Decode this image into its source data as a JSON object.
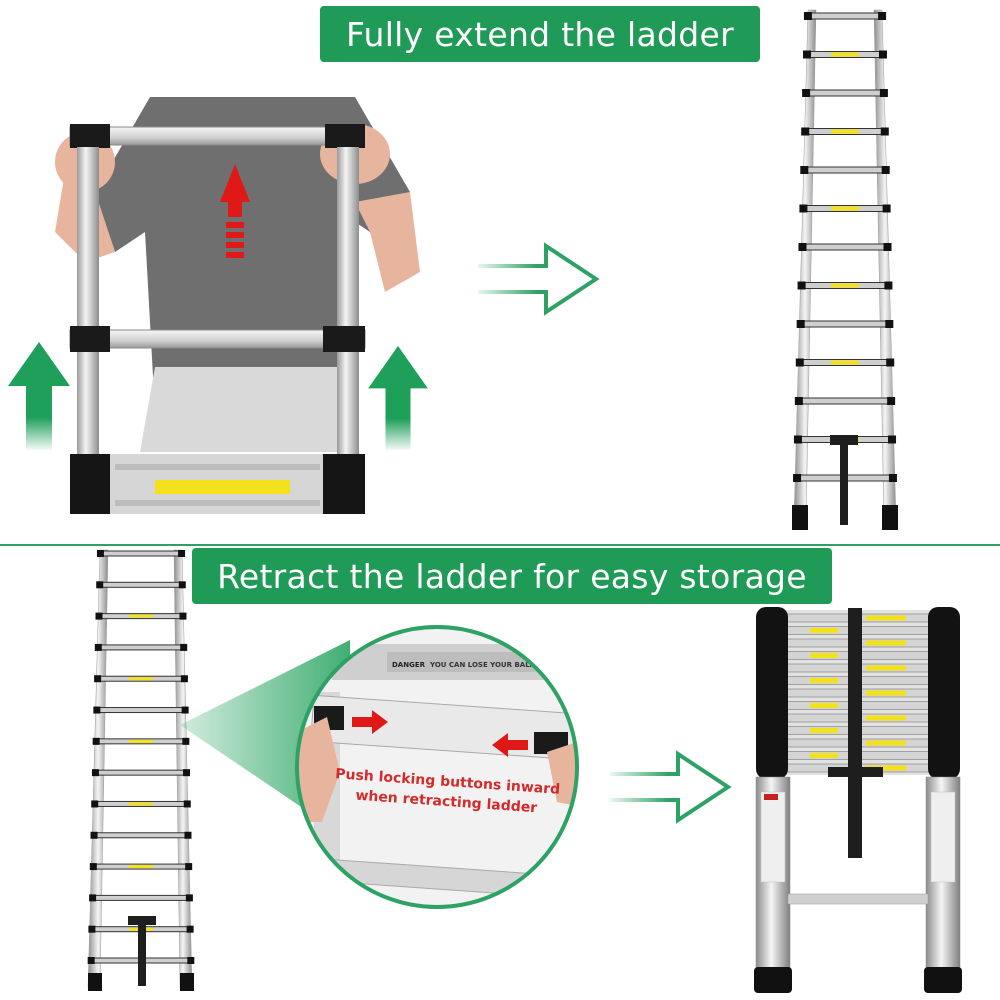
{
  "banners": {
    "top": "Fully extend the ladder",
    "bottom": "Retract the ladder for easy storage"
  },
  "callout": {
    "line1": "Push locking buttons inward",
    "line2": "when retracting ladder"
  },
  "sticker": {
    "danger": "DANGER",
    "warning": "YOU CAN LOSE YOUR BALANCE"
  },
  "colors": {
    "banner_green": "#1f9b57",
    "arrow_green": "#1fa05a",
    "outline_green": "#2ea265",
    "callout_red": "#d42a2a",
    "safety_yellow": "#f3e21b"
  },
  "icons": [
    "up-arrow-icon",
    "right-outline-arrow-icon",
    "red-push-arrow-icon"
  ]
}
